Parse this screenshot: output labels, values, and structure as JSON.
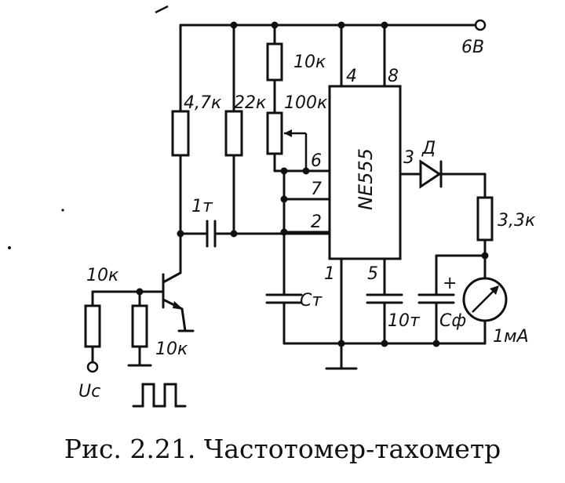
{
  "caption": "Рис. 2.21. Частотомер-тахометр",
  "chip": {
    "name": "NE555",
    "pins": {
      "p1": "1",
      "p2": "2",
      "p3": "3",
      "p4": "4",
      "p5": "5",
      "p6": "6",
      "p7": "7",
      "p8": "8"
    }
  },
  "labels": {
    "supply": "6В",
    "r_top": "10к",
    "r1": "4,7к",
    "r2": "22к",
    "pot": "100к",
    "cap_coupling": "1т",
    "r_base": "10к",
    "r_pulse": "10к",
    "cap_timing": "Cт",
    "cap_control": "10т",
    "cap_filter": "Cф",
    "cap_filter_polarity": "+",
    "diode": "Д",
    "r_meter": "3,3к",
    "meter": "1мА",
    "input_voltage": "Uc"
  }
}
